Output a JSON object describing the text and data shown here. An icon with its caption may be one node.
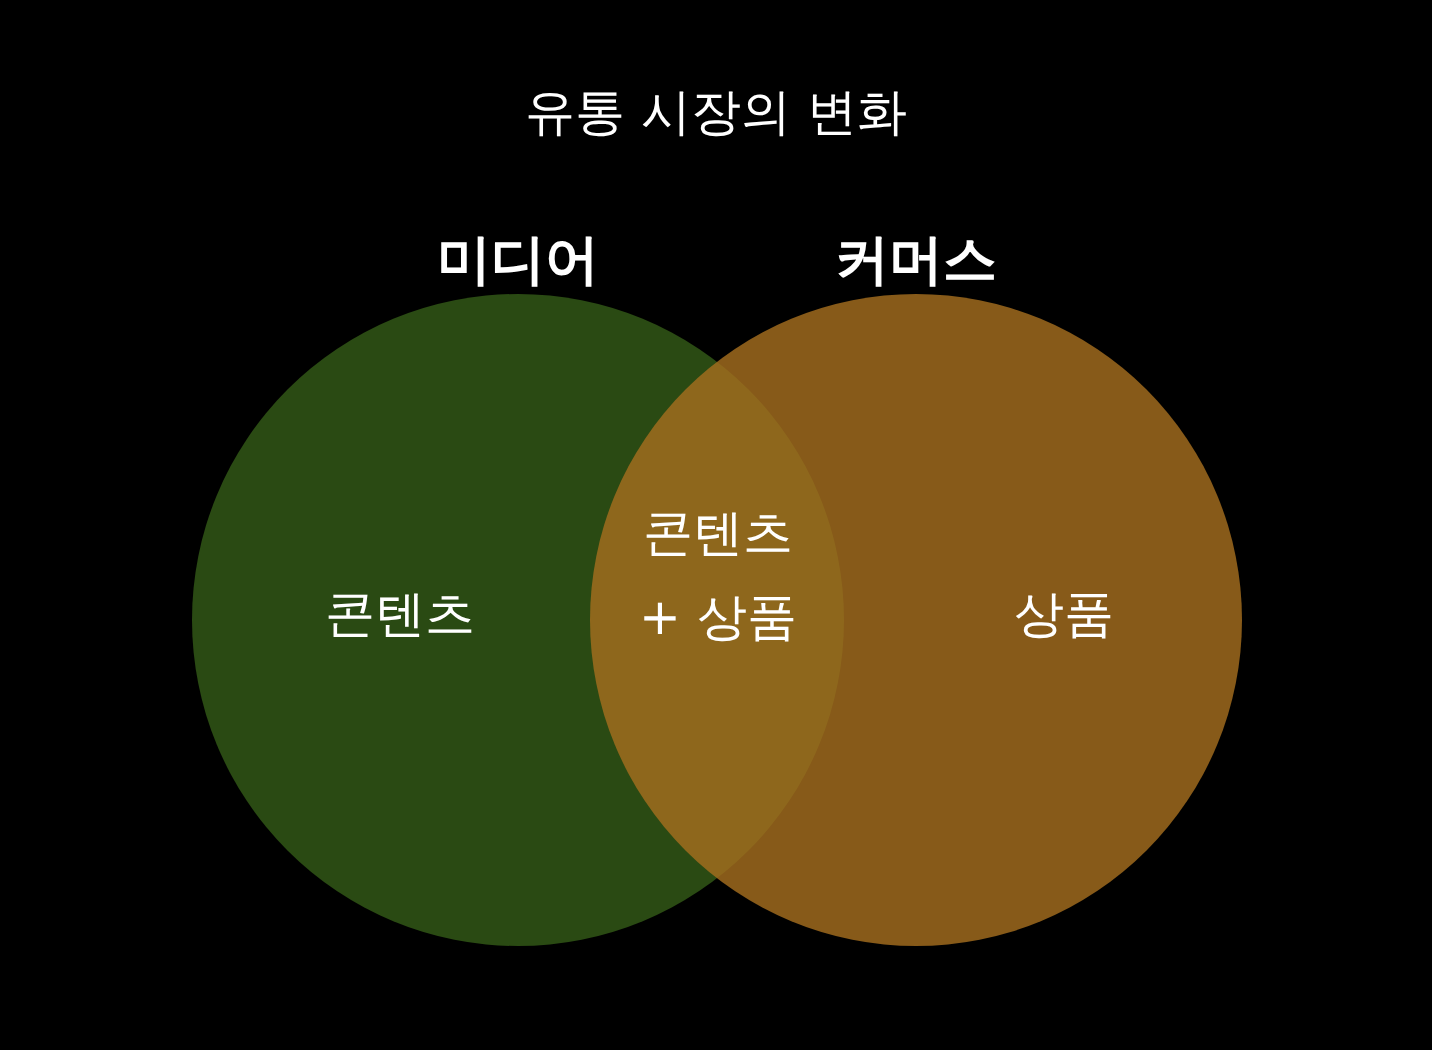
{
  "diagram": {
    "title": "유통 시장의 변화",
    "nodes": [
      {
        "text": [
          "미디어",
          "콘텐츠"
        ]
      },
      {
        "text": [
          "커머스",
          "상품"
        ]
      }
    ],
    "edges": [],
    "labels": [
      "콘텐츠 + 상품"
    ]
  }
}
